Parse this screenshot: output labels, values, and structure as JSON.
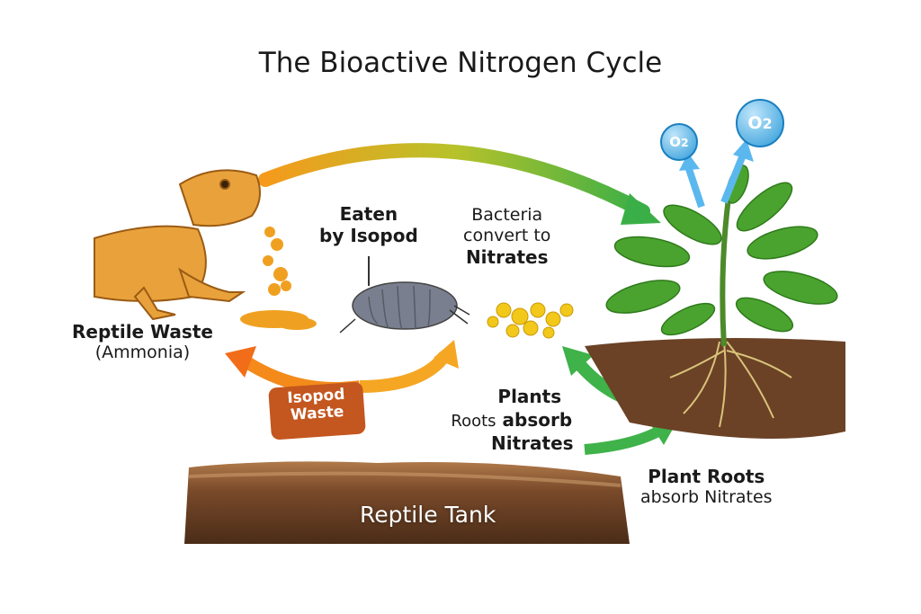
{
  "title": "The Bioactive Nitrogen Cycle",
  "labels": {
    "eaten_line1": "Eaten",
    "eaten_line2": "by Isopod",
    "bacteria_line1": "Bacteria",
    "bacteria_line2": "convert to",
    "bacteria_line3": "Nitrates",
    "reptile_waste": "Reptile Waste",
    "reptile_waste_sub": "(Ammonia)",
    "isopod_waste_line1": "Isopod",
    "isopod_waste_line2": "Waste",
    "plants_line1": "Plants",
    "plants_roots": "Roots",
    "plants_absorb": "absorb",
    "plants_line3": "Nitrates",
    "plant_roots": "Plant Roots",
    "plant_roots_sub": "absorb Nitrates",
    "reptile_tank": "Reptile Tank"
  },
  "o2": {
    "text": "O",
    "sub": "2"
  },
  "colors": {
    "orange": "#f39a1d",
    "green": "#3fb24a",
    "soil": "#6b4226",
    "o2": "#2d9ad8"
  }
}
